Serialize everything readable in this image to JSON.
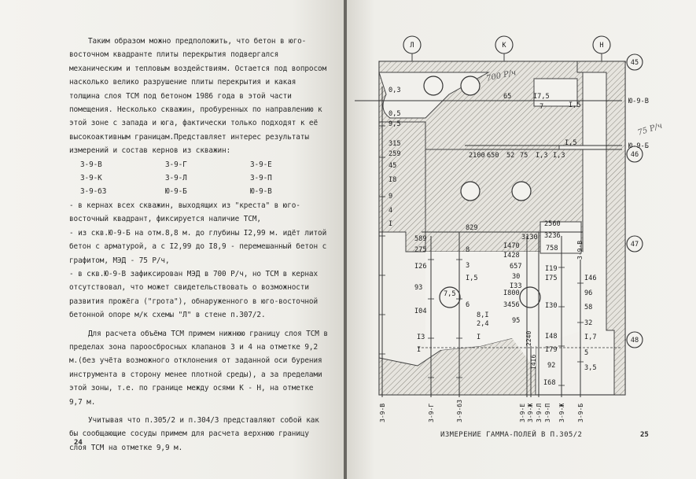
{
  "left_page": {
    "paragraphs": [
      "Таким образом можно предположить, что бетон в юго-восточном квадранте плиты перекрытия подвергался механическим и тепловым воздействиям. Остается под вопросом насколько велико разрушение плиты перекрытия и какая толщина слоя ТСМ под бетоном 1986 года в этой части помещения. Несколько скважин, пробуренных по направлению к этой зоне с запада и юга, фактически только подходят к её высокоактивным границам.Представляет интерес результаты измерений и состав кернов из скважин:"
    ],
    "cores": [
      "3-9-В",
      "3-9-Г",
      "3-9-Е",
      "3-9-К",
      "3-9-Л",
      "3-9-П",
      "3-9-бЗ",
      "Ю-9-Б",
      "Ю-9-В"
    ],
    "bullets": [
      "- в кернах всех скважин, выходящих из \"креста\" в юго-восточный квадрант, фиксируется наличие ТСМ,",
      "- из скв.Ю-9-Б на отм.8,8 м. до глубины I2,99 м. идёт литой бетон с арматурой, а с I2,99 до I8,9 - перемешанный бетон с графитом, МЭД - 75 Р/ч,",
      "- в скв.Ю-9-В зафиксирован МЭД в 700 Р/ч, но ТСМ в кернах отсутствовал, что может свидетельствовать о возможности развития прожёга (\"грота\"), обнаруженного в юго-восточной бетонной опоре м/к схемы \"Л\" в стене п.307/2."
    ],
    "para2": "Для расчета объёма ТСМ примем нижнюю границу слоя ТСМ в пределах зона пароосбросных клапанов 3 и 4 на отметке 9,2 м.(без учёта возможного отклонения от заданной оси бурения инструмента в сторону менее плотной среды), а за пределами этой зоны, т.е. по границе между осями К - Н, на отметке 9,7 м.",
    "para3": "Учитывая что п.305/2 и п.304/3 представляют собой как бы сообщающие сосуды примем для расчета верхнюю границу слоя ТСМ на отметке 9,9 м.",
    "page_number": "24"
  },
  "right_page": {
    "axes_top": [
      "Л",
      "К",
      "Н"
    ],
    "axes_right": [
      "45",
      "46",
      "47",
      "48"
    ],
    "boreholes_right": [
      "Ю-9-В",
      "Ю-9-Б"
    ],
    "borehole_col1": [
      "0,3",
      "0,5",
      "9,5",
      "315",
      "259",
      "45",
      "I8",
      "9",
      "4",
      "I"
    ],
    "borehole_col2": [
      "589",
      "275",
      "I26",
      "93",
      "I04",
      "I3",
      "I"
    ],
    "borehole_col3": [
      "829",
      "8",
      "3",
      "I,5",
      "7,5",
      "6",
      "8,I",
      "2,4",
      "I"
    ],
    "borehole_col4": [
      "I470",
      "I428",
      "657",
      "30",
      "I33",
      "I800",
      "3456",
      "95"
    ],
    "borehole_col5": [
      "2560",
      "3236",
      "758",
      "I19",
      "I75",
      "I30",
      "I48",
      "I79",
      "92",
      "I68"
    ],
    "borehole_col6": [
      "3130"
    ],
    "borehole_col7": [
      "I46",
      "96",
      "58",
      "32",
      "I,7",
      "5",
      "3,5"
    ],
    "top_row": [
      "2100",
      "650",
      "52",
      "75",
      "I,3",
      "I,3"
    ],
    "top_values": [
      "65",
      "I7,5",
      "7",
      "I,5",
      "I,5"
    ],
    "vertical_labels": [
      "3-9-В",
      "3-9-Г",
      "3-9-бЗ",
      "3-9-Е",
      "3-9-Ж",
      "3-9-Л",
      "3-9-П",
      "3-9-Ж",
      "3-9-Б",
      "2240",
      "I4I6",
      "3-9-В"
    ],
    "handwritten": [
      "700 Р/ч",
      "75 Р/ч"
    ],
    "caption": "ИЗМЕРЕНИЕ ГАММА-ПОЛЕЙ В П.305/2",
    "page_number": "25"
  }
}
